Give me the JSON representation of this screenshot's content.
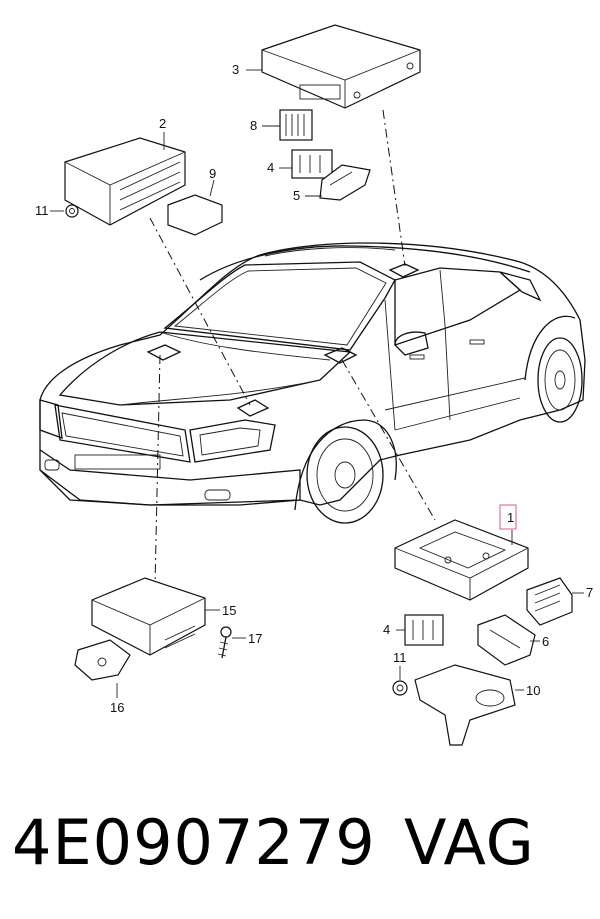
{
  "callouts": {
    "c1": "1",
    "c2": "2",
    "c3": "3",
    "c4a": "4",
    "c4b": "4",
    "c5": "5",
    "c6": "6",
    "c7": "7",
    "c8": "8",
    "c9": "9",
    "c10": "10",
    "c11a": "11",
    "c11b": "11",
    "c15": "15",
    "c16": "16",
    "c17": "17"
  },
  "footer": {
    "part_number": "4E0907279",
    "brand": "VAG"
  },
  "colors": {
    "ink": "#111111",
    "highlight": "#e07a8a",
    "background": "#ffffff"
  }
}
